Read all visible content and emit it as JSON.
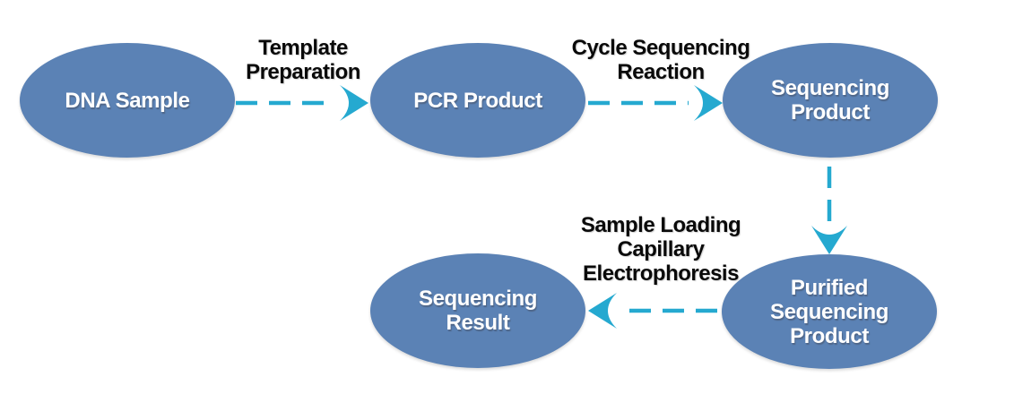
{
  "colors": {
    "node_fill": "#5B82B5",
    "node_text": "#FFFFFF",
    "arrow": "#25A9D0",
    "label_text": "#0A0A0A",
    "background": "#FFFFFF"
  },
  "nodes": [
    {
      "id": "dna-sample",
      "label": "DNA Sample"
    },
    {
      "id": "pcr-product",
      "label": "PCR Product"
    },
    {
      "id": "sequencing-product",
      "label": "Sequencing\nProduct"
    },
    {
      "id": "purified-sequencing-product",
      "label": "Purified\nSequencing\nProduct"
    },
    {
      "id": "sequencing-result",
      "label": "Sequencing\nResult"
    }
  ],
  "edges": [
    {
      "from": "dna-sample",
      "to": "pcr-product",
      "label": "Template\nPreparation",
      "direction": "right"
    },
    {
      "from": "pcr-product",
      "to": "sequencing-product",
      "label": "Cycle Sequencing\nReaction",
      "direction": "right"
    },
    {
      "from": "sequencing-product",
      "to": "purified-sequencing-product",
      "label": "",
      "direction": "down"
    },
    {
      "from": "purified-sequencing-product",
      "to": "sequencing-result",
      "label": "Sample Loading\nCapillary\nElectrophoresis",
      "direction": "left"
    }
  ]
}
